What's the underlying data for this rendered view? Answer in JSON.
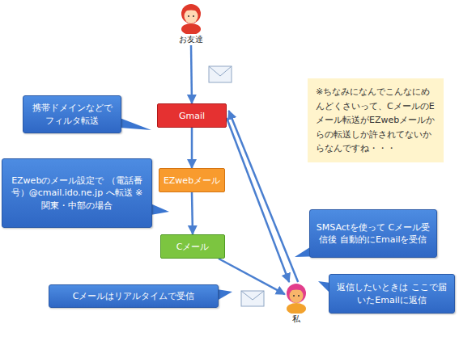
{
  "diagram": {
    "nodes": [
      {
        "text": [
          "お友達"
        ]
      },
      {
        "text": [
          "Gmail"
        ]
      },
      {
        "text": [
          "EZwebメール"
        ]
      },
      {
        "text": [
          "Cメール"
        ]
      },
      {
        "text": [
          "私"
        ]
      },
      {
        "text": [
          "携帯ドメインなどで フィルタ転送"
        ]
      },
      {
        "text": [
          "EZwebのメール設定で （電話番号）@cmail.ido.ne.jp へ転送 ※関東・中部の場合"
        ]
      },
      {
        "text": [
          "SMSActを使って Cメール受信後 自動的にEmailを受信"
        ]
      },
      {
        "text": [
          "Cメールはリアルタイムで受信"
        ]
      },
      {
        "text": [
          "返信したいときは ここで届いたEmailに返信"
        ]
      },
      {
        "text": [
          "※ちなみになんでこんなにめんどくさいって、CメールのEメール転送がEZwebメールからの転送しか許されてないからなんですね・・・"
        ]
      }
    ],
    "edges": [
      {
        "from": 0,
        "to": 1,
        "arrow": "to"
      },
      {
        "from": 1,
        "to": 2,
        "arrow": "to"
      },
      {
        "from": 2,
        "to": 3,
        "arrow": "to"
      },
      {
        "from": 3,
        "to": 4,
        "arrow": "to"
      },
      {
        "from": 1,
        "to": 4,
        "arrow": "to"
      },
      {
        "from": 4,
        "to": 1,
        "arrow": "to"
      }
    ]
  }
}
